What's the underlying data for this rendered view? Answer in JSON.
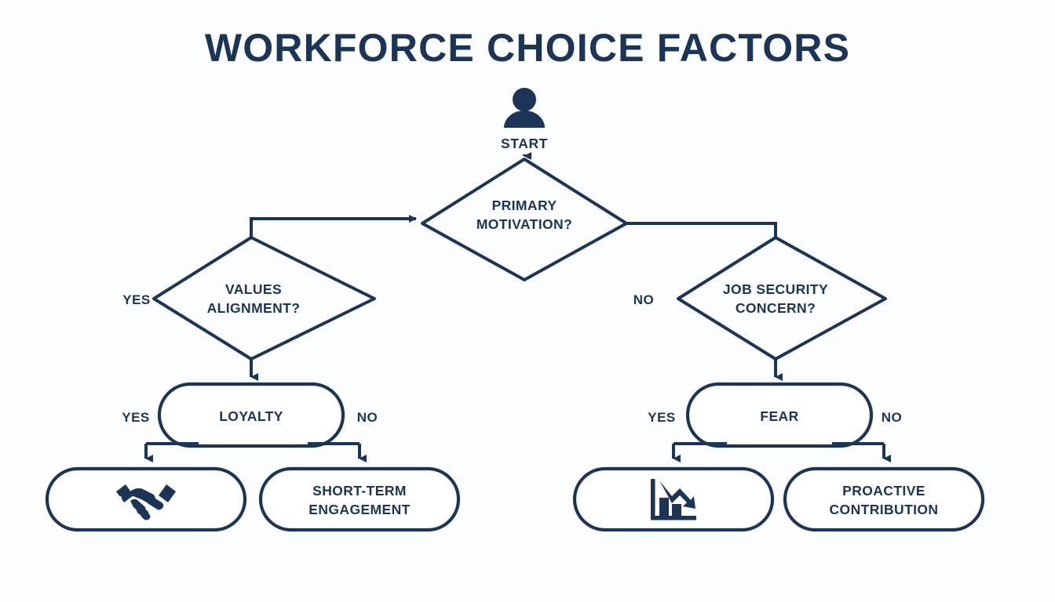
{
  "page": {
    "title": "WORKFORCE CHOICE FACTORS",
    "background_color": "#fbfdfe",
    "ink_color": "#1c3557"
  },
  "start": {
    "icon": "person-icon",
    "label": "START"
  },
  "nodes": {
    "primary_motivation": {
      "label_line1": "PRIMARY",
      "label_line2": "MOTIVATION?",
      "shape": "diamond"
    },
    "values_alignment": {
      "label_line1": "VALUES",
      "label_line2": "ALIGNMENT?",
      "shape": "diamond"
    },
    "job_security": {
      "label_line1": "JOB SECURITY",
      "label_line2": "CONCERN?",
      "shape": "diamond"
    },
    "loyalty": {
      "label": "LOYALTY",
      "shape": "pill"
    },
    "fear": {
      "label": "FEAR",
      "shape": "pill"
    },
    "handshake_outcome": {
      "label": "",
      "icon": "handshake-icon",
      "shape": "pill"
    },
    "short_term": {
      "label_line1": "SHORT-TERM",
      "label_line2": "ENGAGEMENT",
      "shape": "pill"
    },
    "declining_chart_outcome": {
      "label": "",
      "icon": "declining-chart-icon",
      "shape": "pill"
    },
    "proactive": {
      "label_line1": "PROACTIVE",
      "label_line2": "CONTRIBUTION",
      "shape": "pill"
    }
  },
  "edge_labels": {
    "motivation_yes": "YES",
    "motivation_no": "NO",
    "loyalty_yes": "YES",
    "loyalty_no": "NO",
    "fear_yes": "YES",
    "fear_no": "NO"
  },
  "chart_data": {
    "type": "diagram",
    "title": "WORKFORCE CHOICE FACTORS",
    "diagram_kind": "flowchart",
    "nodes": [
      {
        "id": "start",
        "label": "START",
        "type": "start",
        "icon": "person-icon"
      },
      {
        "id": "primary_motivation",
        "label": "PRIMARY MOTIVATION?",
        "type": "decision"
      },
      {
        "id": "values_alignment",
        "label": "VALUES ALIGNMENT?",
        "type": "decision"
      },
      {
        "id": "job_security",
        "label": "JOB SECURITY CONCERN?",
        "type": "decision"
      },
      {
        "id": "loyalty",
        "label": "LOYALTY",
        "type": "state"
      },
      {
        "id": "fear",
        "label": "FEAR",
        "type": "state"
      },
      {
        "id": "handshake_outcome",
        "label": "",
        "type": "outcome",
        "icon": "handshake-icon"
      },
      {
        "id": "short_term",
        "label": "SHORT-TERM ENGAGEMENT",
        "type": "outcome"
      },
      {
        "id": "declining_chart_outcome",
        "label": "",
        "type": "outcome",
        "icon": "declining-chart-icon"
      },
      {
        "id": "proactive",
        "label": "PROACTIVE CONTRIBUTION",
        "type": "outcome"
      }
    ],
    "edges": [
      {
        "from": "start",
        "to": "primary_motivation",
        "label": ""
      },
      {
        "from": "values_alignment",
        "to": "primary_motivation",
        "label": "YES"
      },
      {
        "from": "primary_motivation",
        "to": "job_security",
        "label": "NO"
      },
      {
        "from": "values_alignment",
        "to": "loyalty",
        "label": ""
      },
      {
        "from": "job_security",
        "to": "fear",
        "label": ""
      },
      {
        "from": "loyalty",
        "to": "handshake_outcome",
        "label": "YES"
      },
      {
        "from": "loyalty",
        "to": "short_term",
        "label": "NO"
      },
      {
        "from": "fear",
        "to": "declining_chart_outcome",
        "label": "YES"
      },
      {
        "from": "fear",
        "to": "proactive",
        "label": "NO"
      }
    ]
  }
}
